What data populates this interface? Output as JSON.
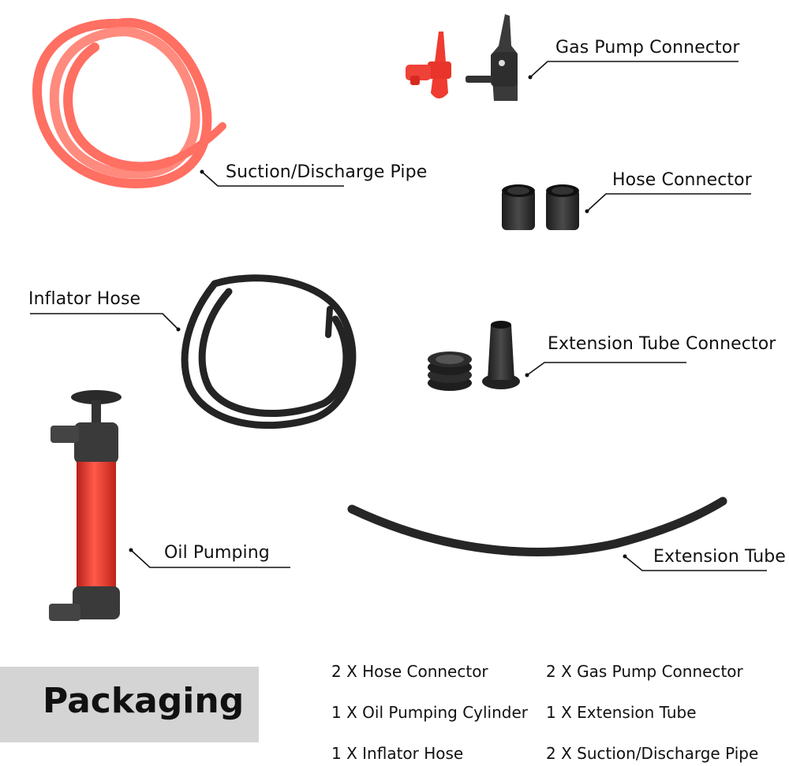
{
  "labels": {
    "gas_pump_connector": "Gas Pump Connector",
    "suction_discharge_pipe": "Suction/Discharge Pipe",
    "hose_connector": "Hose Connector",
    "inflator_hose": "Inflator Hose",
    "extension_tube_connector": "Extension Tube  Connector",
    "oil_pumping": "Oil Pumping",
    "extension_tube": "Extension Tube"
  },
  "packaging": {
    "title": "Packaging",
    "items": [
      "2 X Hose Connector",
      "2 X Gas Pump Connector",
      "1 X Oil Pumping Cylinder",
      "1 X Extension Tube",
      "1 X Inflator Hose",
      "2 X Suction/Discharge Pipe"
    ]
  },
  "colors": {
    "red_hose": "#ff6a5c",
    "red_pump": "#e8342a",
    "black_part": "#2a2a2a",
    "panel": "#d4d4d4"
  }
}
